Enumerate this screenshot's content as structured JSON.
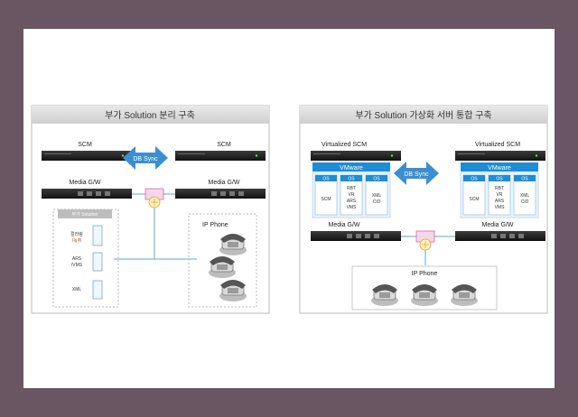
{
  "left": {
    "title": "부가 Solution 분리 구축",
    "scm_left": "SCM",
    "scm_right": "SCM",
    "db_sync": "DB Sync",
    "mgw_left": "Media G/W",
    "mgw_right": "Media G/W",
    "solution_box_title": "부가 Solution",
    "solution_items": [
      "컬러링",
      "/녹취",
      "ARS",
      "/VMS",
      "XML"
    ],
    "ip_phone": "IP Phone"
  },
  "right": {
    "title": "부가 Solution 가상화 서버 통합 구축",
    "vscm_left": "Virtualized SCM",
    "vscm_right": "Virtualized SCM",
    "vmware": "VMware",
    "os": "OS",
    "vm_boxes": [
      [
        "SCM"
      ],
      [
        "RBT",
        "VR",
        "ARS",
        "VMS"
      ],
      [
        "XML",
        "CID"
      ]
    ],
    "db_sync": "DB Sync",
    "mgw_left": "Media G/W",
    "mgw_right": "Media G/W",
    "ip_phone": "IP Phone"
  },
  "colors": {
    "accent_blue": "#3a8fd1",
    "vmware_blue": "#1f8dd6",
    "line_blue": "#5aa9d6"
  }
}
